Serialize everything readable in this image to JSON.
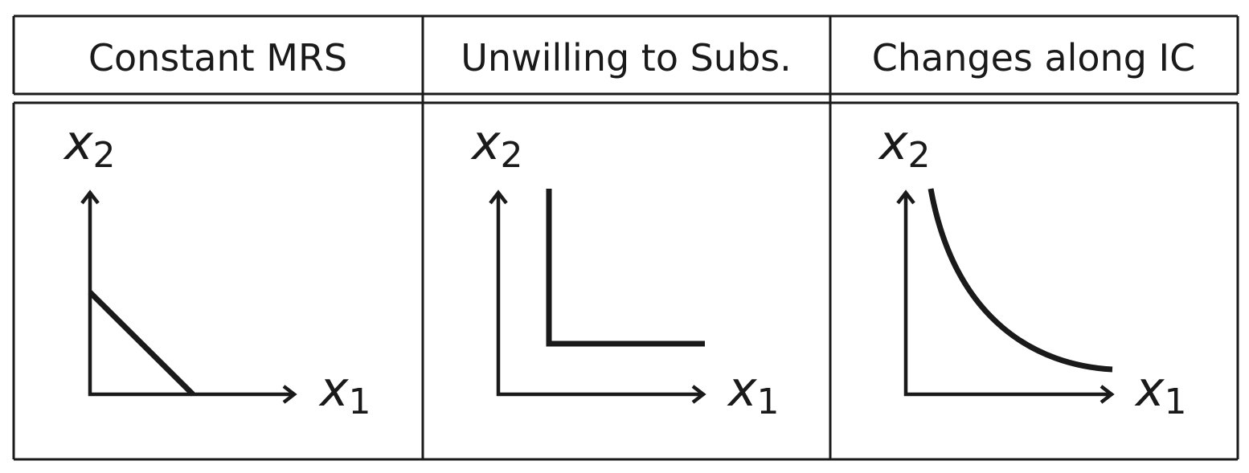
{
  "table": {
    "headers": [
      "Constant MRS",
      "Unwilling to Subs.",
      "Changes along IC"
    ]
  },
  "panels": [
    {
      "curve_type": "straight-line",
      "x_label": "x",
      "x_sub": "1",
      "y_label": "x",
      "y_sub": "2"
    },
    {
      "curve_type": "right-angle",
      "x_label": "x",
      "x_sub": "1",
      "y_label": "x",
      "y_sub": "2"
    },
    {
      "curve_type": "convex-curve",
      "x_label": "x",
      "x_sub": "1",
      "y_label": "x",
      "y_sub": "2"
    }
  ],
  "colors": {
    "ink": "#1a1a1a",
    "background": "#ffffff"
  }
}
